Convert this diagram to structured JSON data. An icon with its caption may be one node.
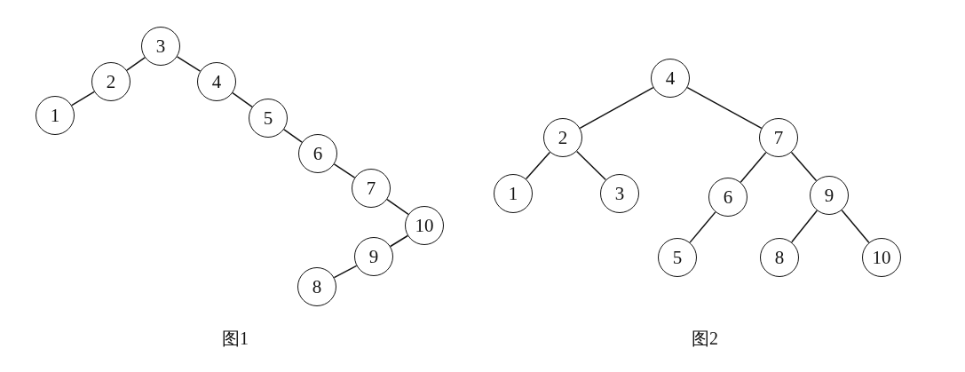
{
  "diagram": {
    "nodes": [
      {
        "text": [
          "3"
        ]
      },
      {
        "text": [
          "2"
        ]
      },
      {
        "text": [
          "4"
        ]
      },
      {
        "text": [
          "1"
        ]
      },
      {
        "text": [
          "5"
        ]
      },
      {
        "text": [
          "6"
        ]
      },
      {
        "text": [
          "7"
        ]
      },
      {
        "text": [
          "10"
        ]
      },
      {
        "text": [
          "9"
        ]
      },
      {
        "text": [
          "8"
        ]
      },
      {
        "text": [
          "4"
        ]
      },
      {
        "text": [
          "2"
        ]
      },
      {
        "text": [
          "7"
        ]
      },
      {
        "text": [
          "1"
        ]
      },
      {
        "text": [
          "3"
        ]
      },
      {
        "text": [
          "6"
        ]
      },
      {
        "text": [
          "9"
        ]
      },
      {
        "text": [
          "5"
        ]
      },
      {
        "text": [
          "8"
        ]
      },
      {
        "text": [
          "10"
        ]
      }
    ],
    "edges": [
      {
        "from": 0,
        "to": 1,
        "arrow": "none"
      },
      {
        "from": 1,
        "to": 3,
        "arrow": "none"
      },
      {
        "from": 0,
        "to": 2,
        "arrow": "none"
      },
      {
        "from": 2,
        "to": 4,
        "arrow": "none"
      },
      {
        "from": 4,
        "to": 5,
        "arrow": "none"
      },
      {
        "from": 5,
        "to": 6,
        "arrow": "none"
      },
      {
        "from": 6,
        "to": 7,
        "arrow": "none"
      },
      {
        "from": 7,
        "to": 8,
        "arrow": "none"
      },
      {
        "from": 8,
        "to": 9,
        "arrow": "none"
      },
      {
        "from": 10,
        "to": 11,
        "arrow": "none"
      },
      {
        "from": 10,
        "to": 12,
        "arrow": "none"
      },
      {
        "from": 11,
        "to": 13,
        "arrow": "none"
      },
      {
        "from": 11,
        "to": 14,
        "arrow": "none"
      },
      {
        "from": 12,
        "to": 15,
        "arrow": "none"
      },
      {
        "from": 12,
        "to": 16,
        "arrow": "none"
      },
      {
        "from": 15,
        "to": 17,
        "arrow": "none"
      },
      {
        "from": 16,
        "to": 18,
        "arrow": "none"
      },
      {
        "from": 16,
        "to": 19,
        "arrow": "none"
      }
    ],
    "labels": [
      "图1",
      "图2"
    ]
  }
}
